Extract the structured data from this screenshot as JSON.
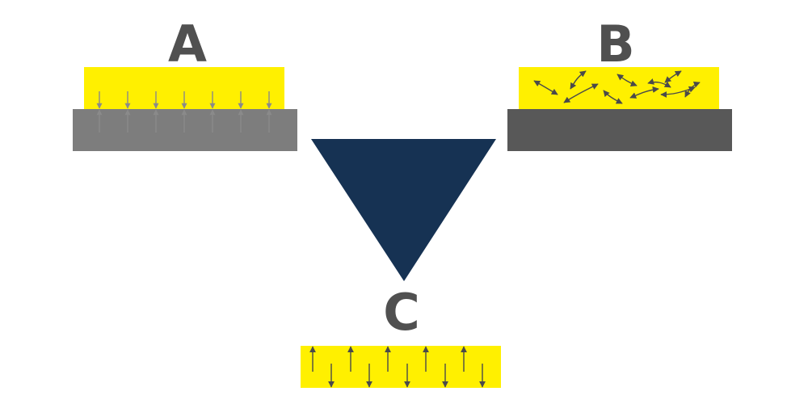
{
  "labels": {
    "a": "A",
    "b": "B",
    "c": "C"
  },
  "colors": {
    "background": "#ffffff",
    "label": "#505050",
    "yellow_layer": "#fff000",
    "substrate_a": "#7d7d7d",
    "substrate_b": "#585858",
    "triangle": "#163253",
    "arrow_a": "#8a8a8a",
    "arrow_dark": "#4a4a4a"
  },
  "shapes": {
    "triangle": "inverted-triangle",
    "arrow_style": "arrow"
  }
}
